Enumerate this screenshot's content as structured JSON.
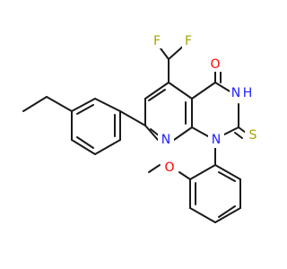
{
  "diagram": {
    "type": "chemical-structure",
    "colors": {
      "bond": "#1a1a1a",
      "fluorine": "#a4a400",
      "oxygen": "#ff0000",
      "nitrogen": "#2020ff",
      "sulfur": "#a4a400",
      "carbon_label": "#1a1a1a"
    },
    "labels": {
      "f1": "F",
      "f2": "F",
      "o_carbonyl": "O",
      "nh_n": "N",
      "nh_h": "H",
      "n_pyridine": "N",
      "n1": "N",
      "s_thione": "S",
      "o_methoxy": "O"
    }
  }
}
